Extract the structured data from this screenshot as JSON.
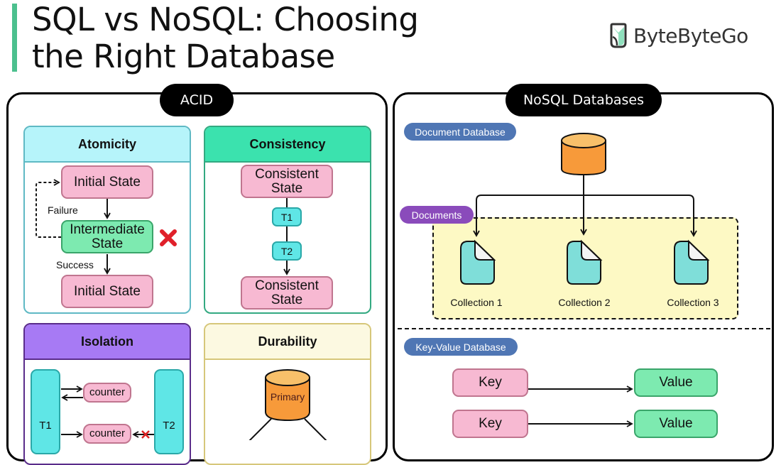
{
  "header": {
    "title_line1": "SQL vs NoSQL: Choosing",
    "title_line2": "the Right Database",
    "brand": "ByteByteGo",
    "accent_color": "#4cc08e"
  },
  "acid": {
    "label": "ACID",
    "atomicity": {
      "title": "Atomicity",
      "initial_state_top": "Initial State",
      "intermediate_state": "Intermediate State",
      "initial_state_bottom": "Initial State",
      "failure_label": "Failure",
      "success_label": "Success"
    },
    "consistency": {
      "title": "Consistency",
      "state_top": "Consistent State",
      "t1": "T1",
      "t2": "T2",
      "state_bottom": "Consistent State"
    },
    "isolation": {
      "title": "Isolation",
      "t1": "T1",
      "t2": "T2",
      "counter_top": "counter",
      "counter_bottom": "counter"
    },
    "durability": {
      "title": "Durability",
      "primary": "Primary"
    }
  },
  "nosql": {
    "label": "NoSQL Databases",
    "document_db": {
      "tag": "Document Database",
      "documents_tag": "Documents",
      "collections": [
        "Collection 1",
        "Collection 2",
        "Collection 3"
      ]
    },
    "key_value_db": {
      "tag": "Key-Value Database",
      "pairs": [
        {
          "key": "Key",
          "value": "Value"
        },
        {
          "key": "Key",
          "value": "Value"
        }
      ]
    }
  }
}
